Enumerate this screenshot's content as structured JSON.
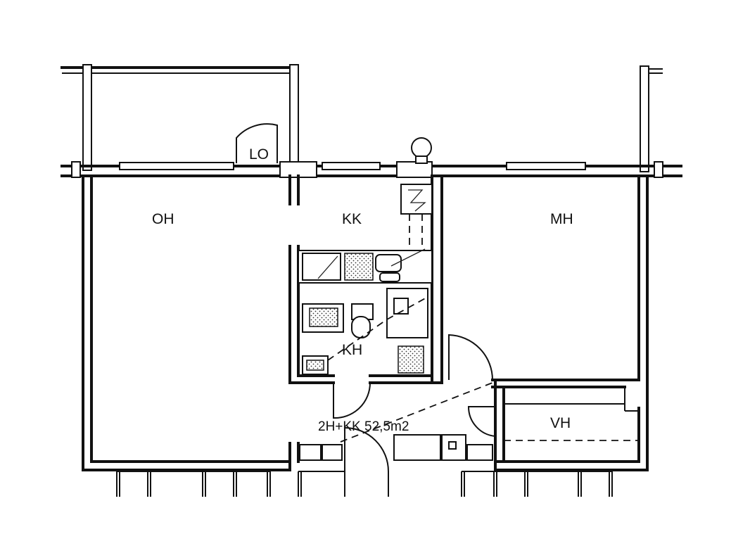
{
  "rooms": {
    "lo": "LO",
    "oh": "OH",
    "kk": "KK",
    "mh": "MH",
    "kh": "KH",
    "vh": "VH"
  },
  "apartment_summary": "2H+KK 52,5m2"
}
